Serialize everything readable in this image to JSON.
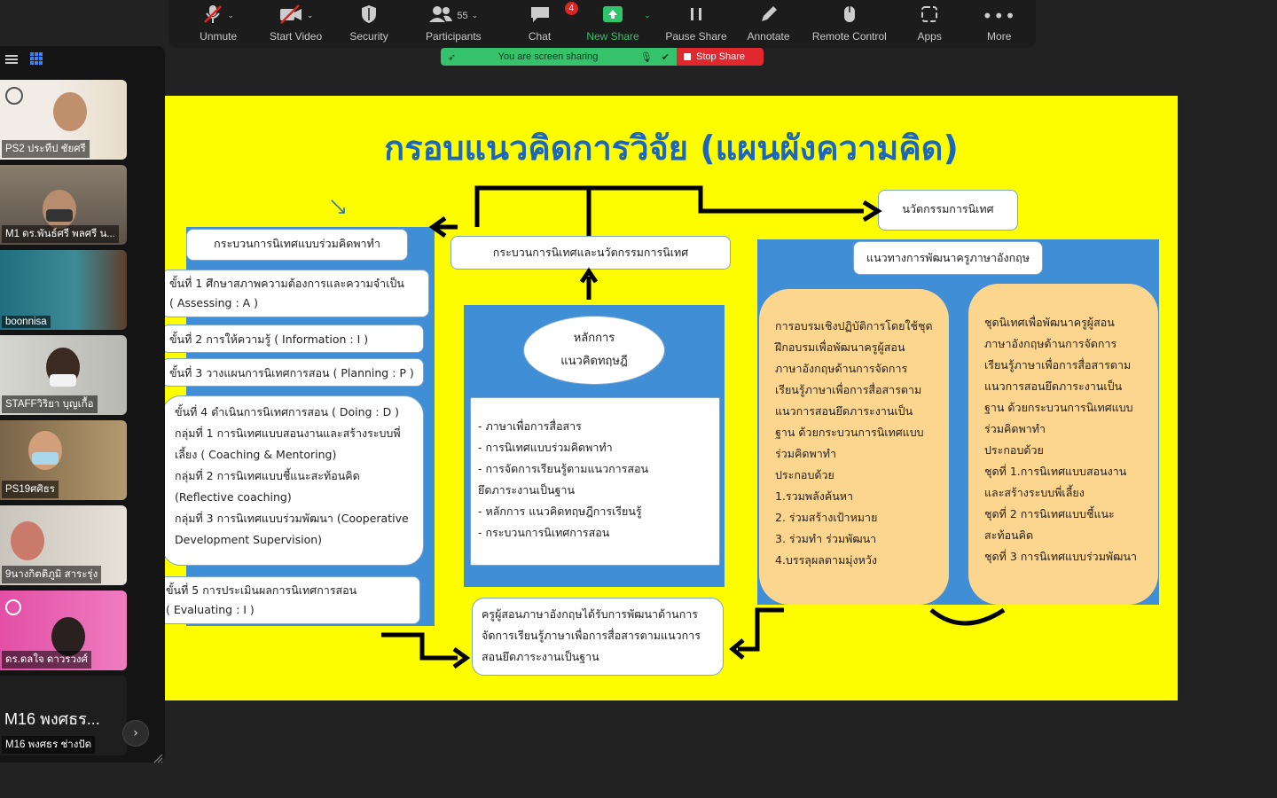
{
  "toolbar": {
    "unmute": "Unmute",
    "start_video": "Start Video",
    "security": "Security",
    "participants": "Participants",
    "participants_count": "55",
    "chat": "Chat",
    "chat_badge": "4",
    "new_share": "New Share",
    "pause_share": "Pause Share",
    "annotate": "Annotate",
    "remote_control": "Remote Control",
    "apps": "Apps",
    "more": "More"
  },
  "share_bar": {
    "status": "You are screen sharing",
    "stop": "Stop Share"
  },
  "participants": [
    {
      "name": "PS2 ประทีป ชัยศรี"
    },
    {
      "name": "M1 ดร.พันธ์ศรี พลศรี น..."
    },
    {
      "name": "boonnisa"
    },
    {
      "name": "STAFFวิริยา  บุญเกื้อ"
    },
    {
      "name": "PS19ศศิธร"
    },
    {
      "name": "9นางกิตติภูมิ  สาระรุ่ง"
    },
    {
      "name": "ดร.ดลใจ ดาวรวงศ์"
    }
  ],
  "last_tile": {
    "big_name": "M16 พงศธร...",
    "name": "M16 พงศธร ช่างปัด"
  },
  "slide": {
    "title": "กรอบแนวคิดการวิจัย (แผนผังความคิด)",
    "left_header": "กระบวนการนิเทศแบบร่วมคิดพาทำ",
    "step1_a": "ขั้นที่ 1 ศึกษาสภาพความต้องการและความจำเป็น",
    "step1_b": "( Assessing : A )",
    "step2": "ขั้นที่ 2 การให้ความรู้ ( Information : I )",
    "step3": "ขั้นที่ 3 วางแผนการนิเทศการสอน ( Planning : P )",
    "step4_lines": [
      "ขั้นที่ 4 ดำเนินการนิเทศการสอน ( Doing : D )",
      "กลุ่มที่ 1 การนิเทศแบบสอนงานและสร้างระบบพี่",
      "เลี้ยง ( Coaching & Mentoring)",
      "กลุ่มที่ 2 การนิเทศแบบชี้แนะสะท้อนคิด",
      "(Reflective coaching)",
      "กลุ่มที่ 3 การนิเทศแบบร่วมพัฒนา (Cooperative",
      "Development Supervision)"
    ],
    "step5_a": "ขั้นที่ 5 การประเมินผลการนิเทศการสอน",
    "step5_b": "( Evaluating : I )",
    "center_header": "กระบวนการนิเทศและนวัตกรรมการนิเทศ",
    "principle_1": "หลักการ",
    "principle_2": "แนวคิดทฤษฎี",
    "principle_items": [
      "-       ภาษาเพื่อการสื่อสาร",
      "-       การนิเทศแบบร่วมคิดพาทำ",
      "-       การจัดการเรียนรู้ตามแนวการสอน",
      "ยึดภาระงานเป็นฐาน",
      "-       หลักการ แนวคิดทฤษฎีการเรียนรู้",
      "-       กระบวนการนิเทศการสอน"
    ],
    "outcome_lines": [
      "ครูผู้สอนภาษาอังกฤษได้รับการพัฒนาด้านการ",
      "จัดการเรียนรู้ภาษาเพื่อการสื่อสารตามแนวการ",
      "สอนยึดภาระงานเป็นฐาน"
    ],
    "innovation": "นวัตกรรมการนิเทศ",
    "right_header": "แนวทางการพัฒนาครูภาษาอังกฤษ",
    "right_left_lines": [
      "การอบรมเชิงปฏิบัติการโดยใช้ชุด",
      "ฝึกอบรมเพื่อพัฒนาครูผู้สอน",
      "ภาษาอังกฤษด้านการจัดการ",
      "เรียนรู้ภาษาเพื่อการสื่อสารตาม",
      "แนวการสอนยึดภาระงานเป็น",
      "ฐาน  ด้วยกระบวนการนิเทศแบบ",
      "ร่วมคิดพาทำ",
      "ประกอบด้วย",
      "1.รวมพลังค้นหา",
      "2. ร่วมสร้างเป้าหมาย",
      "3. ร่วมทำ ร่วมพัฒนา",
      "4.บรรลุผลตามมุ่งหวัง"
    ],
    "right_right_lines": [
      "ชุดนิเทศเพื่อพัฒนาครูผู้สอน",
      "ภาษาอังกฤษด้านการจัดการ",
      "เรียนรู้ภาษาเพื่อการสื่อสารตาม",
      "แนวการสอนยึดภาระงานเป็น",
      "ฐาน  ด้วยกระบวนการนิเทศแบบ",
      "ร่วมคิดพาทำ",
      "ประกอบด้วย",
      "ชุดที่ 1.การนิเทศแบบสอนงาน",
      "และสร้างระบบพี่เลี้ยง",
      "ชุดที่ 2 การนิเทศแบบชี้แนะ",
      "สะท้อนคิด",
      "ชุดที่ 3 การนิเทศแบบร่วมพัฒนา"
    ]
  },
  "colors": {
    "slide_bg": "#fdfd00",
    "title": "#1b67bf",
    "panel_blue": "#3f8ed6",
    "peach": "#fcd58f",
    "share_green": "#35c26a",
    "stop_red": "#e0282e"
  }
}
